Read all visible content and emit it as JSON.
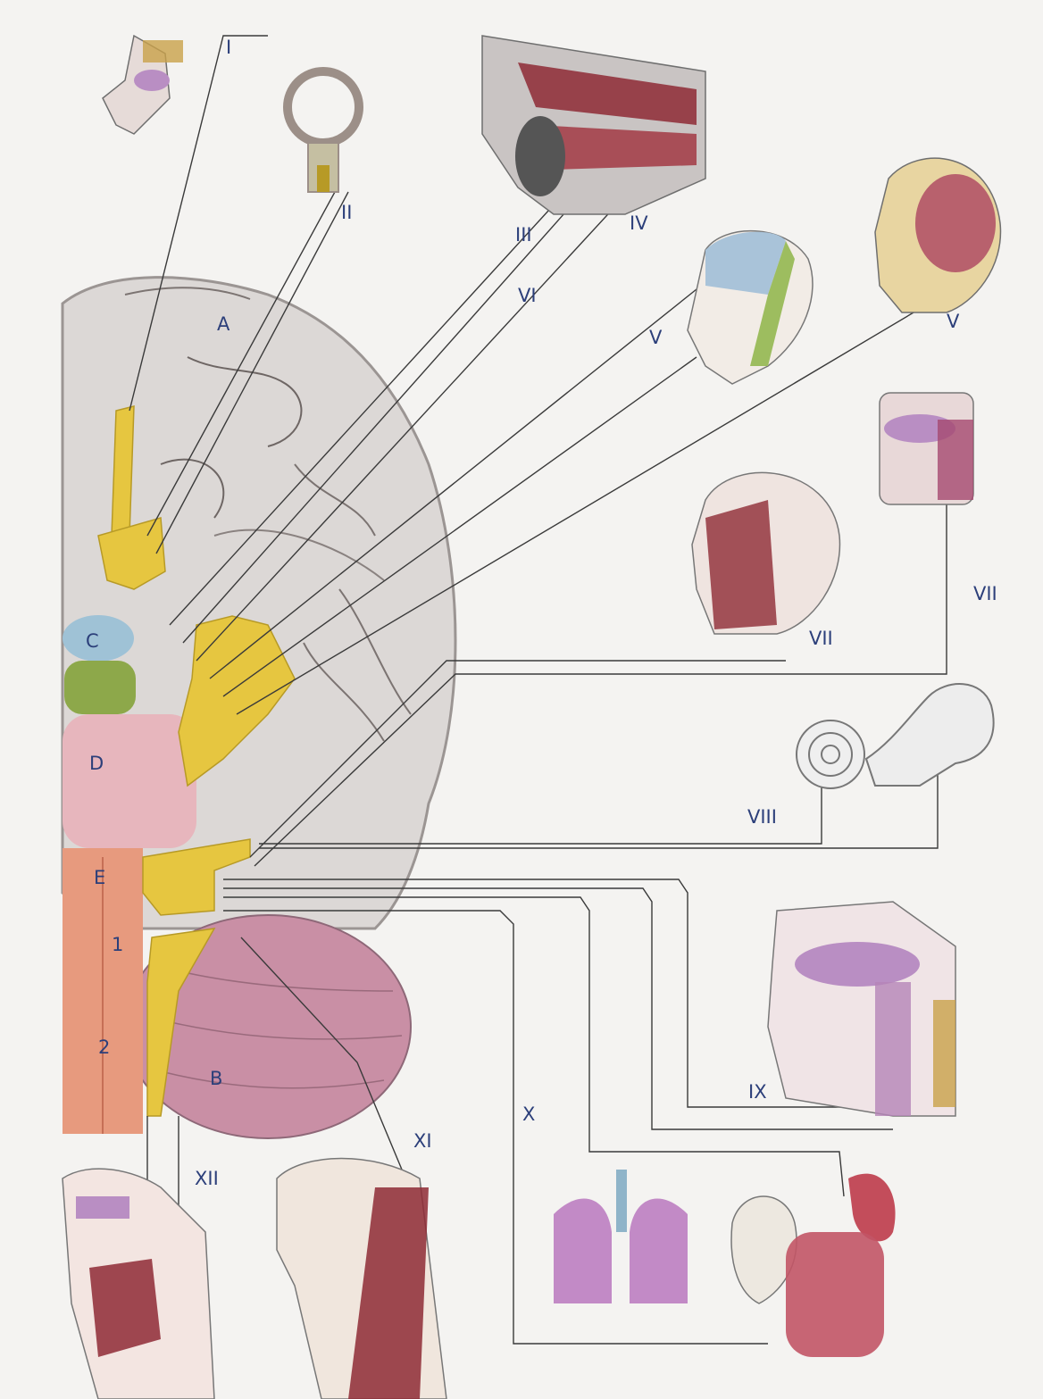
{
  "colors": {
    "paper": "#f4f3f1",
    "nerve_line": "#3a3a3a",
    "nerve_yellow": "#e6c640",
    "muscle_red": "#8e2a35",
    "brain_grey": "#d8d4d2",
    "cerebellum_pink": "#c98fa5",
    "pons_pink": "#e7b6bd",
    "medulla_orange": "#e79a7e",
    "label_blue": "#2c3f7a"
  },
  "labels": {
    "nerve_I": "I",
    "nerve_II": "II",
    "nerve_III": "III",
    "nerve_IV": "IV",
    "nerve_V_face": "V",
    "nerve_V_skull": "V",
    "nerve_VI": "VI",
    "nerve_VII_face": "VII",
    "nerve_VII_mouth": "VII",
    "nerve_VIII": "VIII",
    "nerve_IX": "IX",
    "nerve_X": "X",
    "nerve_XI": "XI",
    "nerve_XII": "XII",
    "region_A": "A",
    "region_B": "B",
    "region_C": "C",
    "region_D": "D",
    "region_E": "E",
    "region_1": "1",
    "region_2": "2"
  },
  "illustrations": [
    "nose-olfactory",
    "eyeball",
    "orbit-eye-muscles",
    "face-sensory-zones",
    "skull-jaw-muscles",
    "mouth-palate",
    "head-facial-muscles",
    "inner-ear",
    "throat-pharynx",
    "lungs",
    "ear-auricle",
    "stomach-intestines",
    "neck-muscles",
    "tongue-neck"
  ]
}
